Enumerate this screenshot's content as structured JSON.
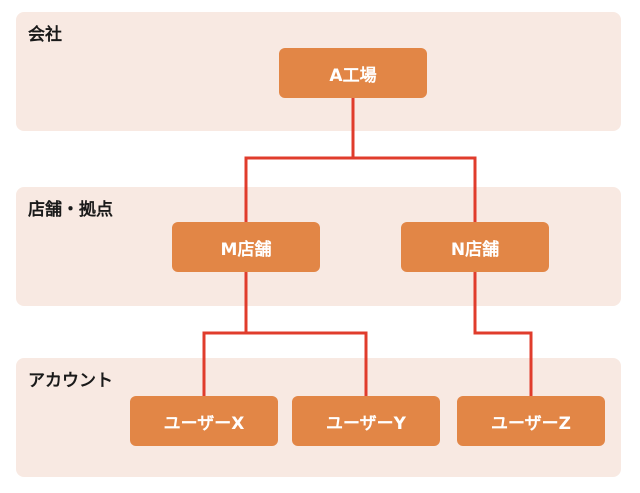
{
  "bands": {
    "company": {
      "label": "会社"
    },
    "store": {
      "label": "店舗・拠点"
    },
    "account": {
      "label": "アカウント"
    }
  },
  "nodes": {
    "factory": {
      "label": "A工場"
    },
    "store_m": {
      "label": "M店舗"
    },
    "store_n": {
      "label": "N店舗"
    },
    "user_x": {
      "label": "ユーザーX"
    },
    "user_y": {
      "label": "ユーザーY"
    },
    "user_z": {
      "label": "ユーザーZ"
    }
  },
  "edges": [
    {
      "from": "A工場",
      "to": "M店舗"
    },
    {
      "from": "A工場",
      "to": "N店舗"
    },
    {
      "from": "M店舗",
      "to": "ユーザーX"
    },
    {
      "from": "M店舗",
      "to": "ユーザーY"
    },
    {
      "from": "N店舗",
      "to": "ユーザーZ"
    }
  ],
  "colors": {
    "band_background": "#f8e9e2",
    "node_fill": "#e28646",
    "node_text": "#ffffff",
    "connector": "#e03c2c",
    "label_text": "#1a1a1a"
  }
}
